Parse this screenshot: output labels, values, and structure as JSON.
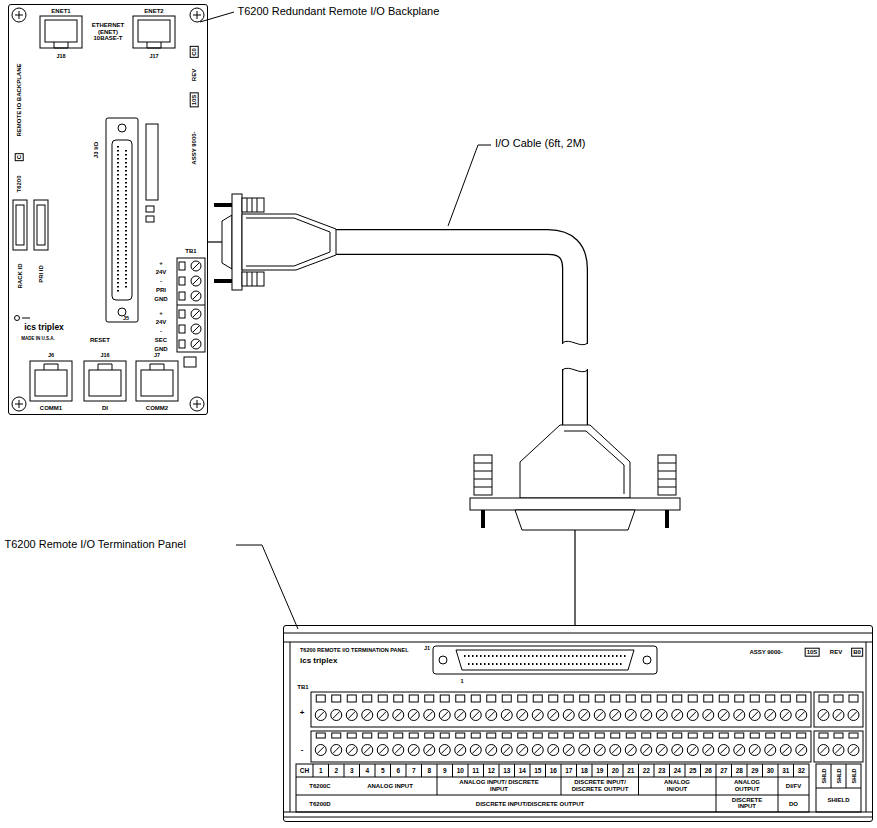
{
  "diagram": {
    "nodes": [
      {
        "text": [
          "T6200 Redundant Remote I/O Backplane"
        ]
      },
      {
        "text": [
          "T6200 Remote I/O Termination Panel"
        ]
      }
    ],
    "edges": [
      {
        "from": 0,
        "to": 1,
        "arrow": "none"
      }
    ],
    "labels": [
      "ENET1",
      "ENET2",
      "ETHERNET (ENET) 10BASE-T",
      "J18",
      "J17",
      "C0",
      "REV",
      "10S",
      "ASSY 9000-",
      "REMOTE IO BACKPLANE",
      "C",
      "T6200",
      "J3 I/O",
      "TB1",
      "+",
      "24V",
      "-",
      "PRI",
      "GND",
      "+",
      "24V",
      "-",
      "SEC",
      "GND",
      "RACK ID",
      "PRI ID",
      "ics triplex",
      "MADE IN U.S.A.",
      "J5",
      "RESET",
      "J6",
      "J16",
      "J7",
      "COMM1",
      "DI",
      "COMM2",
      "I/O Cable (6ft, 2M)",
      "T6200 REMOTE I/O TERMINATION PANEL",
      "ics triplex",
      "J1",
      "1",
      "ASSY 9000-",
      "10S",
      "REV",
      "B0",
      "TB1",
      "+",
      "-",
      "CH",
      "1",
      "2",
      "3",
      "4",
      "5",
      "6",
      "7",
      "8",
      "9",
      "10",
      "11",
      "12",
      "13",
      "14",
      "15",
      "16",
      "17",
      "18",
      "19",
      "20",
      "21",
      "22",
      "23",
      "24",
      "25",
      "26",
      "27",
      "28",
      "29",
      "30",
      "31",
      "32",
      "SHLD",
      "SHLD",
      "SHLD",
      "T6200C",
      "ANALOG INPUT",
      "ANALOG INPUT/ DISCRETE INPUT",
      "DISCRETE INPUT/ DISCRETE OUTPUT",
      "ANALOG IN/OUT",
      "ANALOG OUTPUT",
      "DI/FV",
      "T6200D",
      "DISCRETE INPUT/DISCRETE OUTPUT",
      "DISCRETE INPUT",
      "DO",
      "SHIELD"
    ]
  }
}
